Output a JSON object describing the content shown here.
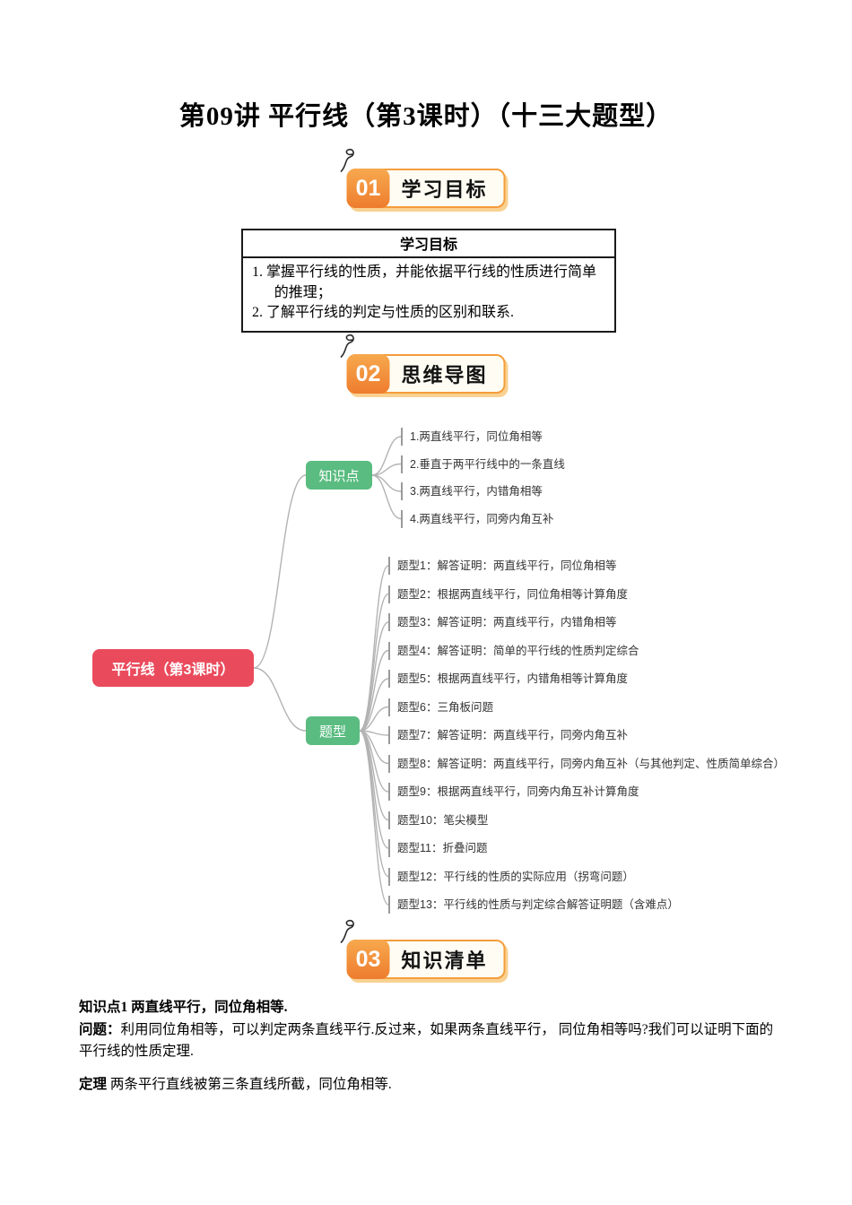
{
  "page": {
    "title": "第09讲 平行线（第3课时）（十三大题型）"
  },
  "badges": [
    {
      "number": "01",
      "label": "学习目标"
    },
    {
      "number": "02",
      "label": "思维导图"
    },
    {
      "number": "03",
      "label": "知识清单"
    }
  ],
  "goals_table": {
    "header": "学习目标",
    "items": [
      "1. 掌握平行线的性质，并能依据平行线的性质进行简单的推理；",
      "2. 了解平行线的判定与性质的区别和联系."
    ]
  },
  "mindmap": {
    "root": "平行线（第3课时）",
    "branches": [
      {
        "label": "知识点",
        "items": [
          "1.两直线平行，同位角相等",
          "2.垂直于两平行线中的一条直线",
          "3.两直线平行，内错角相等",
          "4.两直线平行，同旁内角互补"
        ]
      },
      {
        "label": "题型",
        "items": [
          "题型1：解答证明：两直线平行，同位角相等",
          "题型2：根据两直线平行，同位角相等计算角度",
          "题型3：解答证明：两直线平行，内错角相等",
          "题型4：解答证明：简单的平行线的性质判定综合",
          "题型5：根据两直线平行，内错角相等计算角度",
          "题型6：三角板问题",
          "题型7：解答证明：两直线平行，同旁内角互补",
          "题型8：解答证明：两直线平行，同旁内角互补（与其他判定、性质简单综合）",
          "题型9：根据两直线平行，同旁内角互补计算角度",
          "题型10：笔尖模型",
          "题型11：折叠问题",
          "题型12：平行线的性质的实际应用（拐弯问题）",
          "题型13：平行线的性质与判定综合解答证明题（含难点）"
        ]
      }
    ],
    "colors": {
      "root_node": "#ea4b5c",
      "branch_node": "#5abc80",
      "connector_line": "#b3b3b3",
      "badge_accent": "#f28d3a"
    }
  },
  "notes": {
    "kp_title": "知识点1 两直线平行，同位角相等.",
    "question_label": "问题：",
    "question_text": "利用同位角相等，可以判定两条直线平行.反过来，如果两条直线平行， 同位角相等吗?我们可以证明下面的平行线的性质定理.",
    "theorem_label": "定理",
    "theorem_text": "两条平行直线被第三条直线所截，同位角相等."
  }
}
